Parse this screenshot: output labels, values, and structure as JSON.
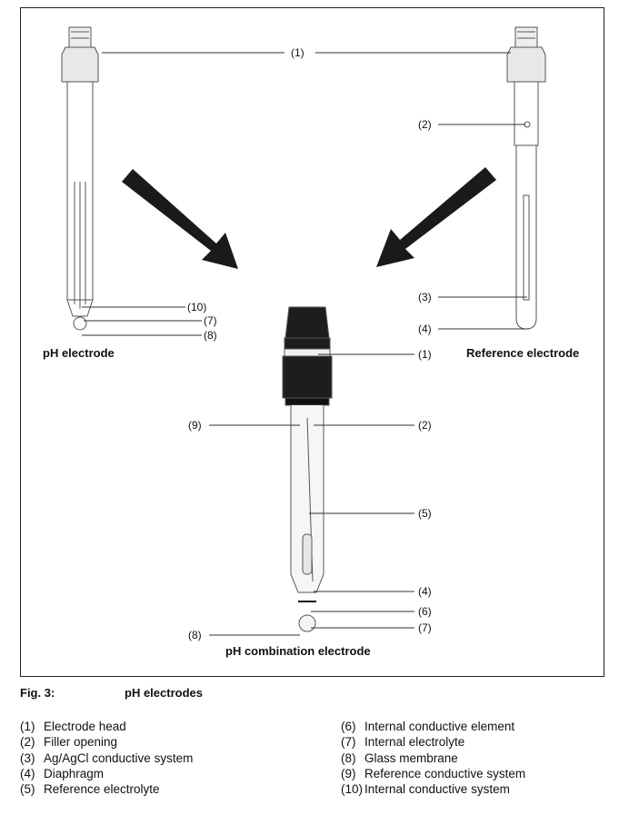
{
  "figure": {
    "callouts": {
      "top_1": "(1)",
      "ref_2": "(2)",
      "ref_3": "(3)",
      "ref_4": "(4)",
      "ph_10": "(10)",
      "ph_7": "(7)",
      "ph_8": "(8)",
      "comb_1": "(1)",
      "comb_9": "(9)",
      "comb_2": "(2)",
      "comb_5": "(5)",
      "comb_4": "(4)",
      "comb_6": "(6)",
      "comb_7": "(7)",
      "comb_8": "(8)"
    },
    "captions": {
      "ph_electrode": "pH electrode",
      "reference_electrode": "Reference electrode",
      "combination_electrode": "pH combination electrode"
    }
  },
  "fig_caption": {
    "number": "Fig. 3:",
    "title": "pH electrodes"
  },
  "legend": {
    "left": [
      {
        "num": "(1)",
        "text": "Electrode head"
      },
      {
        "num": "(2)",
        "text": "Filler opening"
      },
      {
        "num": "(3)",
        "text": "Ag/AgCl conductive system"
      },
      {
        "num": "(4)",
        "text": "Diaphragm"
      },
      {
        "num": "(5)",
        "text": "Reference electrolyte"
      }
    ],
    "right": [
      {
        "num": "(6)",
        "text": "Internal conductive element"
      },
      {
        "num": "(7)",
        "text": "Internal electrolyte"
      },
      {
        "num": "(8)",
        "text": "Glass membrane"
      },
      {
        "num": "(9)",
        "text": "Reference conductive system"
      },
      {
        "num": "(10)",
        "text": "Internal conductive system"
      }
    ]
  }
}
